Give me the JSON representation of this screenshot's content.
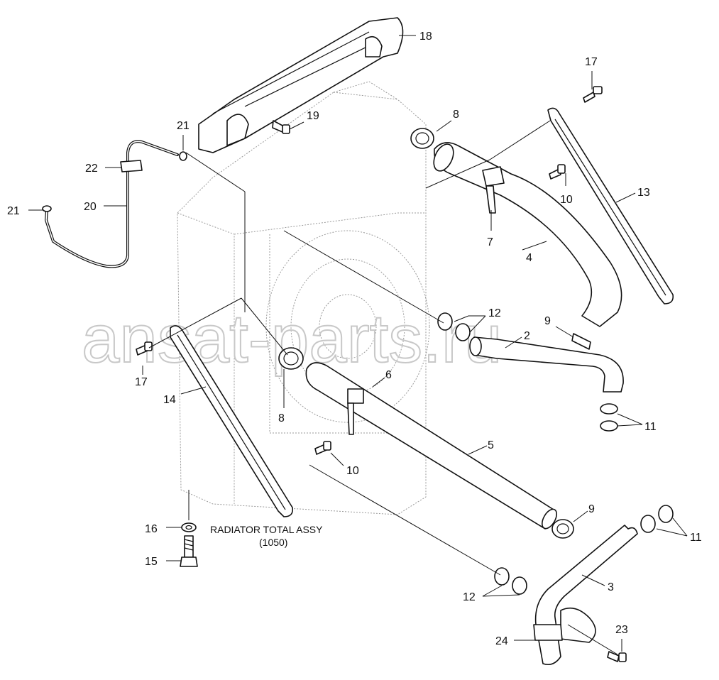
{
  "diagram": {
    "caption_line1": "RADIATOR TOTAL ASSY",
    "caption_line2": "(1050)",
    "watermark": "ansat-parts.ru",
    "callouts": {
      "c18": "18",
      "c19": "19",
      "c21a": "21",
      "c21b": "21",
      "c22": "22",
      "c20": "20",
      "c8a": "8",
      "c8b": "8",
      "c17a": "17",
      "c17b": "17",
      "c10a": "10",
      "c10b": "10",
      "c13": "13",
      "c7": "7",
      "c4": "4",
      "c12a": "12",
      "c12b": "12",
      "c9a": "9",
      "c9b": "9",
      "c2": "2",
      "c6": "6",
      "c14": "14",
      "c5": "5",
      "c11a": "11",
      "c11b": "11",
      "c16": "16",
      "c15": "15",
      "c3": "3",
      "c24": "24",
      "c23": "23"
    }
  }
}
